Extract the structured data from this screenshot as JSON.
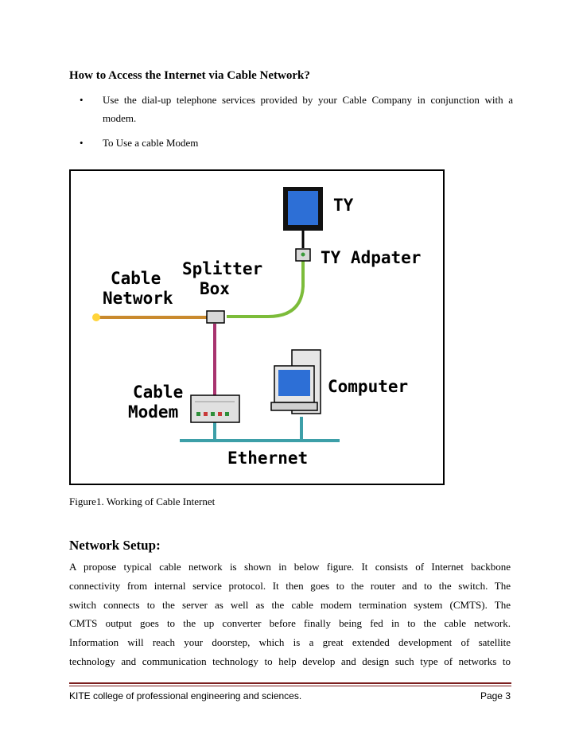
{
  "section1": {
    "heading": "How to Access the Internet via Cable Network?",
    "bullets": [
      "Use the dial-up telephone services provided by your Cable Company in conjunction with a modem.",
      "To Use a cable Modem"
    ]
  },
  "figure": {
    "labels": {
      "tv": "TY",
      "tv_adapter": "TY Adpater",
      "splitter_line1": "Splitter",
      "splitter_line2": "Box",
      "cable_line1": "Cable",
      "cable_line2": "Network",
      "modem_line1": "Cable",
      "modem_line2": "Modem",
      "computer": "Computer",
      "ethernet": "Ethernet"
    },
    "colors": {
      "cable_wire": "#c98a2e",
      "green_wire": "#7cbc3a",
      "magenta_wire": "#a8336f",
      "ethernet_wire": "#3d9fa8",
      "screen": "#2d6fd6"
    },
    "caption": "Figure1. Working of Cable Internet"
  },
  "section2": {
    "heading": "Network Setup:",
    "lines": [
      "A propose typical cable network is shown in below figure. It consists of Internet backbone",
      "connectivity from internal service protocol. It then goes to the router and to the switch. The",
      "switch connects to the server as well as the cable modem termination system (CMTS). The",
      "CMTS output goes to the up converter before finally being fed in to the cable network.",
      "Information will reach your doorstep, which is a great extended development of satellite",
      "technology and communication technology to help develop and design such type of networks to"
    ]
  },
  "footer": {
    "institution": "KITE college of professional engineering and sciences.",
    "page": "Page 3"
  }
}
